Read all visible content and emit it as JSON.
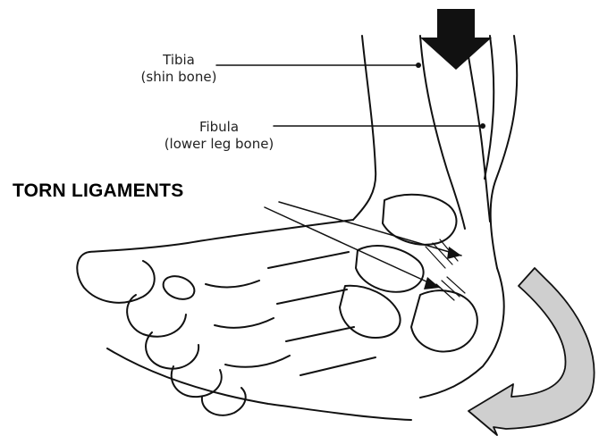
{
  "labels": {
    "tibia": {
      "name": "Tibia",
      "description": "(shin bone)"
    },
    "fibula": {
      "name": "Fibula",
      "description": "(lower leg bone)"
    },
    "torn_ligaments": "TORN LIGAMENTS"
  },
  "colors": {
    "line_art": "#111111",
    "rotation_arrow_fill": "#cfcfcf",
    "force_arrow_fill": "#111111",
    "background": "#ffffff"
  },
  "icons": {
    "force_arrow": "downward-force-arrow",
    "rotation_arrow": "curved-rotation-arrow"
  }
}
